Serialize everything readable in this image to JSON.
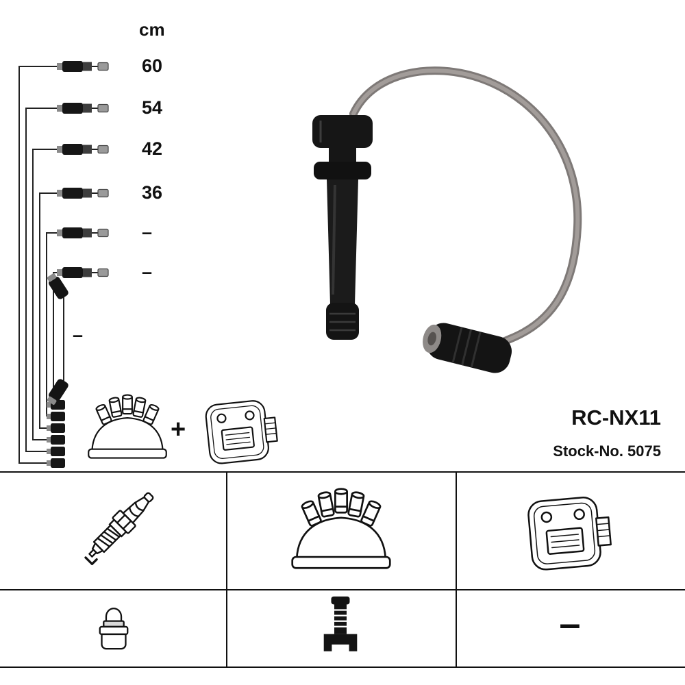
{
  "diagram": {
    "unit_label": "cm",
    "cables": [
      {
        "name": "cable-1",
        "length": "60"
      },
      {
        "name": "cable-2",
        "length": "54"
      },
      {
        "name": "cable-3",
        "length": "42"
      },
      {
        "name": "cable-4",
        "length": "36"
      },
      {
        "name": "cable-5",
        "length": "–"
      },
      {
        "name": "cable-6",
        "length": "–"
      }
    ],
    "coil_cable": {
      "name": "coil-to-distributor-cable",
      "length": "–"
    },
    "plus_sign": "+",
    "icons": [
      "distributor-cap-icon",
      "ignition-coil-icon"
    ]
  },
  "product": {
    "code": "RC-NX11",
    "stock_no": "Stock-No. 5075",
    "photo": "spark-plug-ignition-cable-photo"
  },
  "parts_table": {
    "rows": [
      [
        {
          "icon": "spark-plug-icon"
        },
        {
          "icon": "distributor-cap-icon"
        },
        {
          "icon": "ignition-coil-icon"
        }
      ],
      [
        {
          "icon": "terminal-nut-icon"
        },
        {
          "icon": "straight-boot-icon"
        },
        {
          "label": "–"
        }
      ]
    ]
  },
  "colors": {
    "background": "#ffffff",
    "ink": "#111111",
    "cable_gray": "#9a9492"
  }
}
